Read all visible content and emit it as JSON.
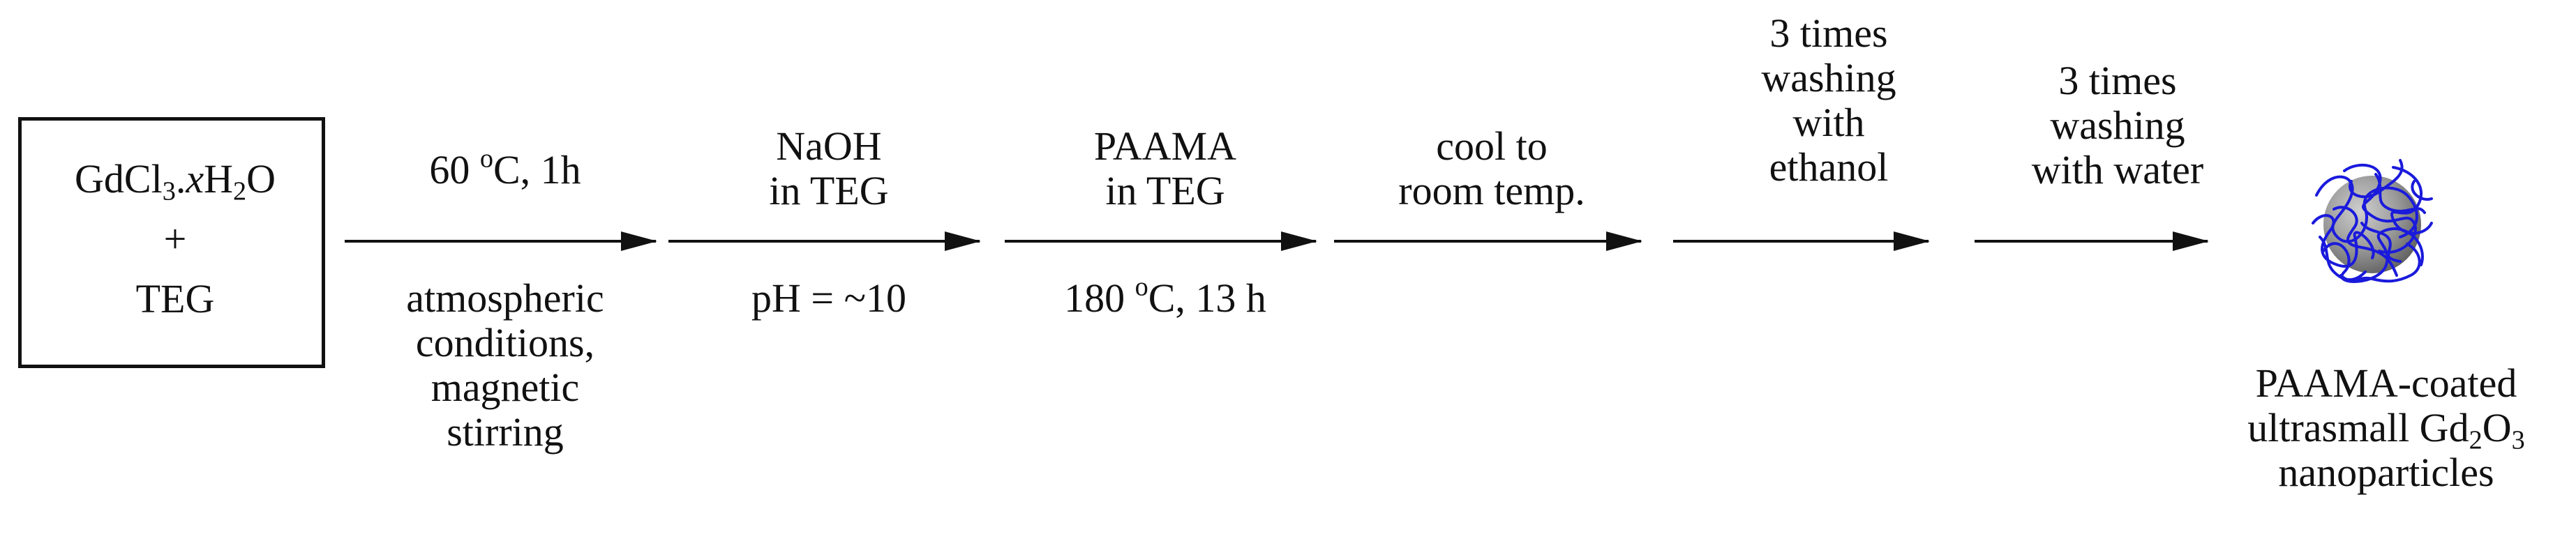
{
  "start": {
    "reagent_prefix": "GdCl",
    "reagent_sub": "3",
    "reagent_dot": ".",
    "reagent_x": "x",
    "reagent_h": "H",
    "reagent_h_sub": "2",
    "reagent_o": "O",
    "plus": "+",
    "solvent": "TEG"
  },
  "steps": [
    {
      "above": [
        "60 °C, 1h"
      ],
      "above_parts": {
        "value": "60 ",
        "deg": "o",
        "rest": "C, 1h"
      },
      "below": [
        "atmospheric",
        "conditions,",
        "magnetic",
        "stirring"
      ]
    },
    {
      "above": [
        "NaOH",
        "in TEG"
      ],
      "below": [
        "pH = ~10"
      ]
    },
    {
      "above": [
        "PAAMA",
        "in TEG"
      ],
      "below": [
        "180 °C, 13 h"
      ],
      "below_parts": {
        "value": "180 ",
        "deg": "o",
        "rest": "C, 13 h"
      }
    },
    {
      "above": [
        "cool to",
        "room temp."
      ],
      "below": []
    },
    {
      "above": [
        "3 times",
        "washing",
        "with",
        "ethanol"
      ],
      "below": []
    },
    {
      "above": [
        "3 times",
        "washing",
        "with water"
      ],
      "below": []
    }
  ],
  "product": {
    "line1": "PAAMA-coated",
    "line2_prefix": "ultrasmall Gd",
    "line2_sub1": "2",
    "line2_mid": "O",
    "line2_sub2": "3",
    "line3": "nanoparticles"
  },
  "colors": {
    "core": "#8c8c8c",
    "polymer": "#1a1adc",
    "ink": "#111111"
  }
}
